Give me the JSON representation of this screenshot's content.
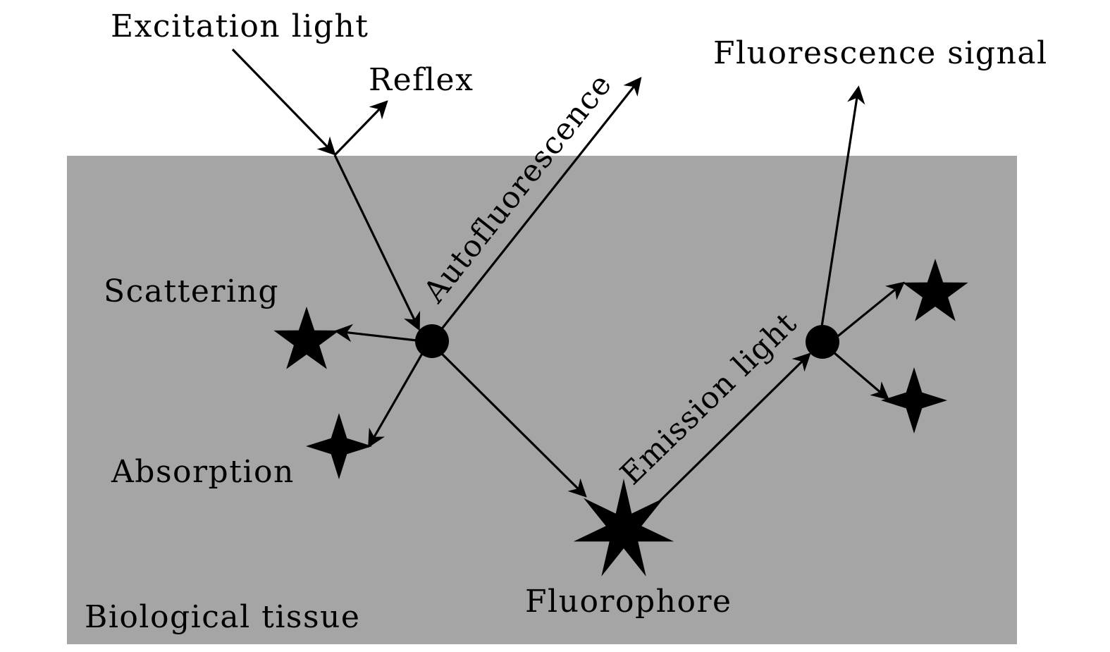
{
  "diagram": {
    "title": "Fluorescence imaging in biological tissue",
    "colors": {
      "tissue": "#a5a5a5",
      "ink": "#000000",
      "background": "#ffffff"
    },
    "labels": {
      "excitation": "Excitation light",
      "reflex": "Reflex",
      "autofluorescence": "Autofluorescence",
      "fluorescence_signal": "Fluorescence signal",
      "scattering": "Scattering",
      "absorption": "Absorption",
      "emission": "Emission light",
      "fluorophore": "Fluorophore",
      "tissue": "Biological tissue"
    },
    "nodes": [
      {
        "id": "tissue",
        "type": "region",
        "label": "Biological tissue"
      },
      {
        "id": "surface-point",
        "type": "point"
      },
      {
        "id": "scatter-center-1",
        "type": "circle"
      },
      {
        "id": "scatter-center-2",
        "type": "circle"
      },
      {
        "id": "scatter-star-left",
        "type": "star-5"
      },
      {
        "id": "absorber-left",
        "type": "star-4"
      },
      {
        "id": "fluorophore",
        "type": "star-7",
        "label": "Fluorophore"
      },
      {
        "id": "scatter-star-right",
        "type": "star-5"
      },
      {
        "id": "absorber-right",
        "type": "star-4"
      }
    ],
    "edges": [
      {
        "from": "source",
        "to": "surface-point",
        "label": "Excitation light"
      },
      {
        "from": "surface-point",
        "to": "outside",
        "label": "Reflex"
      },
      {
        "from": "surface-point",
        "to": "scatter-center-1"
      },
      {
        "from": "scatter-center-1",
        "to": "outside",
        "label": "Autofluorescence"
      },
      {
        "from": "scatter-center-1",
        "to": "scatter-star-left",
        "label": "Scattering"
      },
      {
        "from": "scatter-center-1",
        "to": "absorber-left",
        "label": "Absorption"
      },
      {
        "from": "scatter-center-1",
        "to": "fluorophore"
      },
      {
        "from": "fluorophore",
        "to": "scatter-center-2",
        "label": "Emission light"
      },
      {
        "from": "scatter-center-2",
        "to": "outside",
        "label": "Fluorescence signal"
      },
      {
        "from": "scatter-center-2",
        "to": "scatter-star-right"
      },
      {
        "from": "scatter-center-2",
        "to": "absorber-right"
      }
    ]
  }
}
